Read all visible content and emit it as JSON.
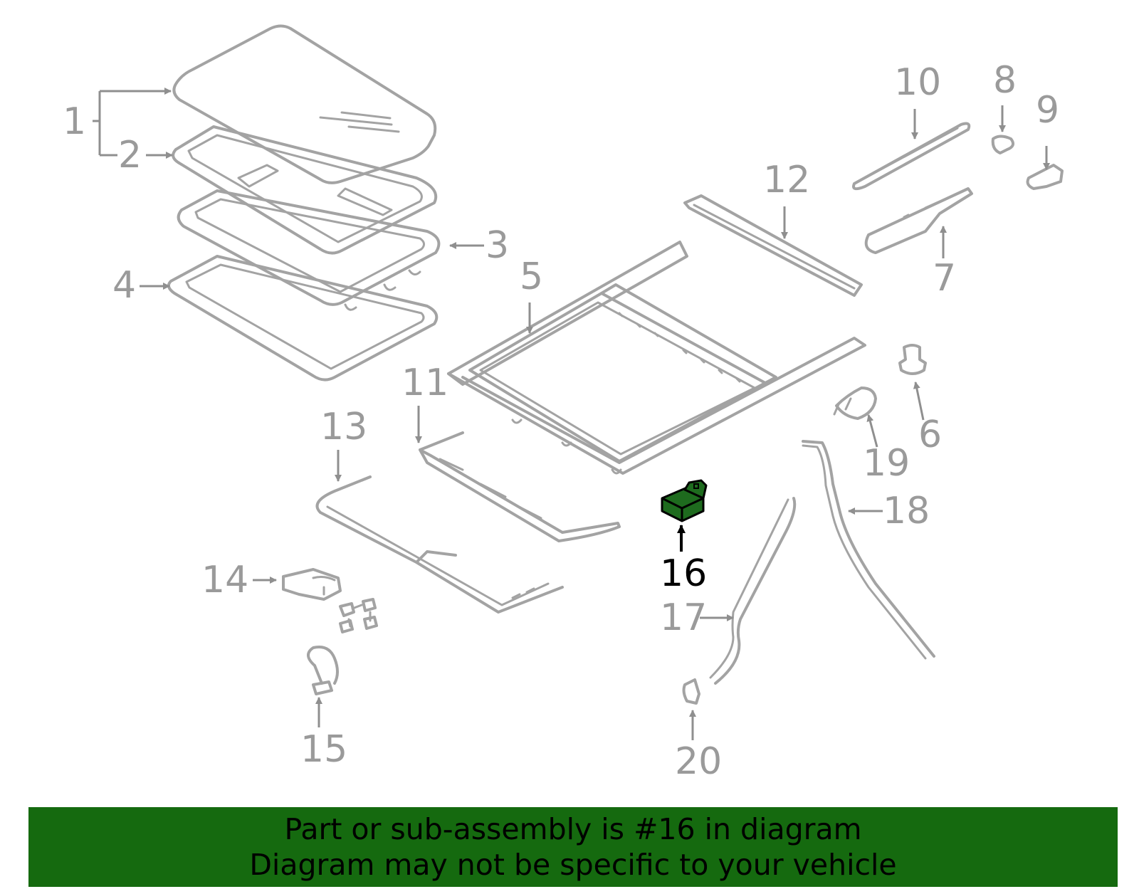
{
  "callouts": {
    "c1": "1",
    "c2": "2",
    "c3": "3",
    "c4": "4",
    "c5": "5",
    "c6": "6",
    "c7": "7",
    "c8": "8",
    "c9": "9",
    "c10": "10",
    "c11": "11",
    "c12": "12",
    "c13": "13",
    "c14": "14",
    "c15": "15",
    "c16": "16",
    "c17": "17",
    "c18": "18",
    "c19": "19",
    "c20": "20"
  },
  "highlight": {
    "part": "16",
    "color": "#1e6b1e"
  },
  "banner": {
    "line1": "Part or sub-assembly is #16 in diagram",
    "line2": "Diagram may not be specific to your vehicle",
    "background": "#156a0f"
  }
}
